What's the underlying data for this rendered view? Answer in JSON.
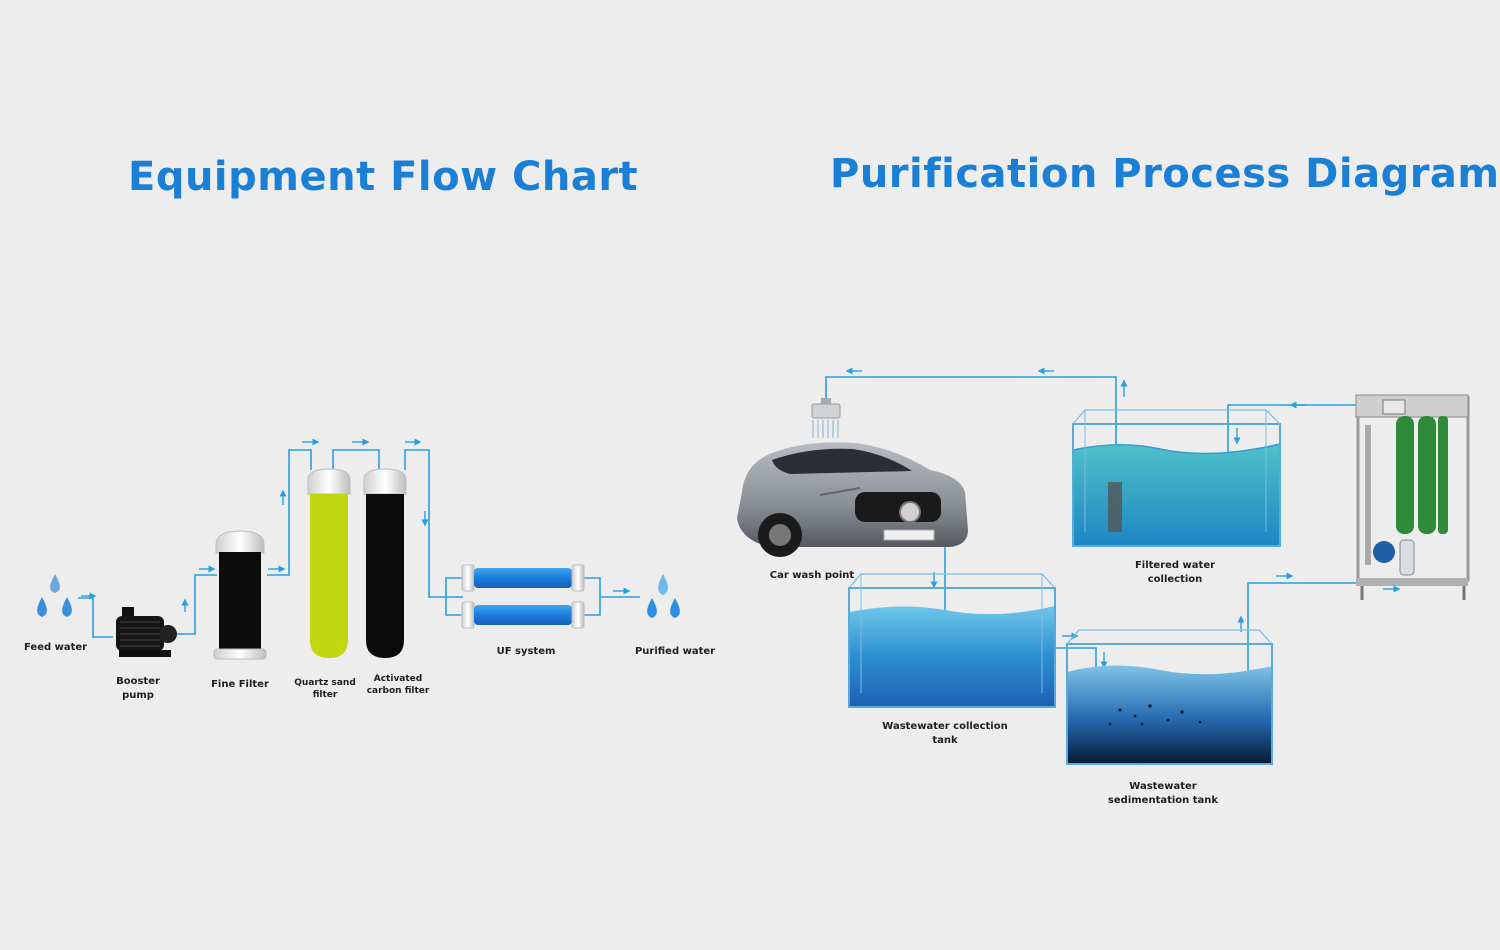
{
  "titles": {
    "left": "Equipment Flow Chart",
    "right": "Purification Process Diagram"
  },
  "flow_chart": {
    "feed_water": "Feed water",
    "booster_pump_1": "Booster",
    "booster_pump_2": "pump",
    "fine_filter": "Fine Filter",
    "quartz_1": "Quartz sand",
    "quartz_2": "filter",
    "carbon_1": "Activated",
    "carbon_2": "carbon filter",
    "uf_system": "UF system",
    "purified_water": "Purified water"
  },
  "process": {
    "car_wash": "Car wash point",
    "filtered_1": "Filtered water",
    "filtered_2": "collection",
    "wastewater_1": "Wastewater collection",
    "wastewater_2": "tank",
    "sediment_1": "Wastewater",
    "sediment_2": "sedimentation tank"
  },
  "colors": {
    "title": "#1b7fd6",
    "pipe": "#2a9fe0",
    "quartz": "#c2d610",
    "uf_tube": "#1a84e0"
  }
}
